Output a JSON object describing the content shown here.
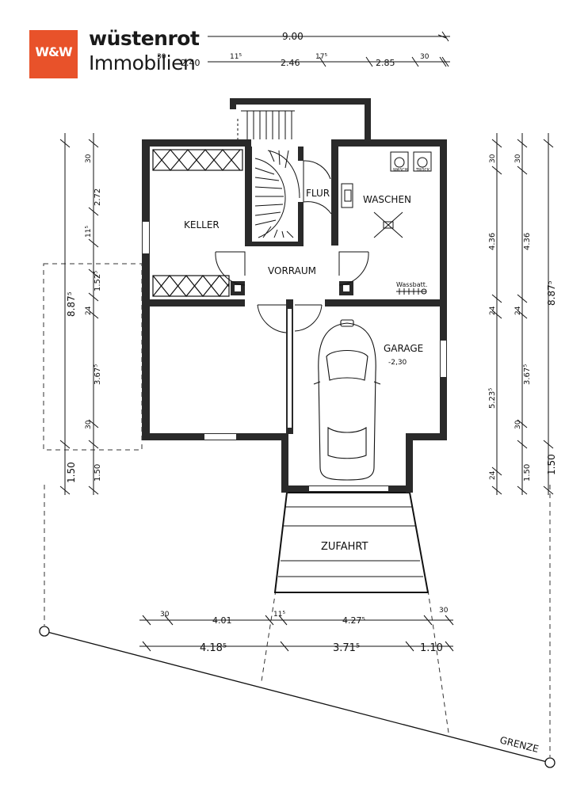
{
  "logo": {
    "mark": "W&W",
    "name_line1": "wüstenrot",
    "name_line2": "Immobilien",
    "brand_color": "#e8522a"
  },
  "rooms": {
    "keller": "KELLER",
    "flur": "FLUR",
    "waschen": "WASCHEN",
    "vorraum": "VORRAUM",
    "garage": "GARAGE",
    "garage_level": "-2,30",
    "zufahrt": "ZUFAHRT",
    "wasch_label": "WASCH",
    "trock_label": "TRÖCK",
    "wassbatt": "Wassbatt.",
    "grenze": "GRENZE"
  },
  "dimensions": {
    "top_total": "9.00",
    "top_row": [
      "30",
      "2.40",
      "11⁵",
      "2.46",
      "17⁵",
      "2.85",
      "30"
    ],
    "left_outer": [
      "8.87⁵",
      "1.50"
    ],
    "left_inner": [
      "30",
      "2.72",
      "11⁵",
      "1.52⁵",
      "24",
      "3.67⁵",
      "30",
      "1.50"
    ],
    "right_outer": [
      "8.87⁵",
      "1.50"
    ],
    "right_mid": [
      "30",
      "4.36",
      "24",
      "3.67⁵",
      "30",
      "1.50"
    ],
    "right_inner": [
      "30",
      "4.36",
      "24",
      "5.23⁵",
      "24"
    ],
    "bottom_row1": [
      "30",
      "4.01",
      "11⁵",
      "4.27⁵",
      "30"
    ],
    "bottom_row2": [
      "4.18⁵",
      "3.71⁵",
      "1.10"
    ]
  }
}
